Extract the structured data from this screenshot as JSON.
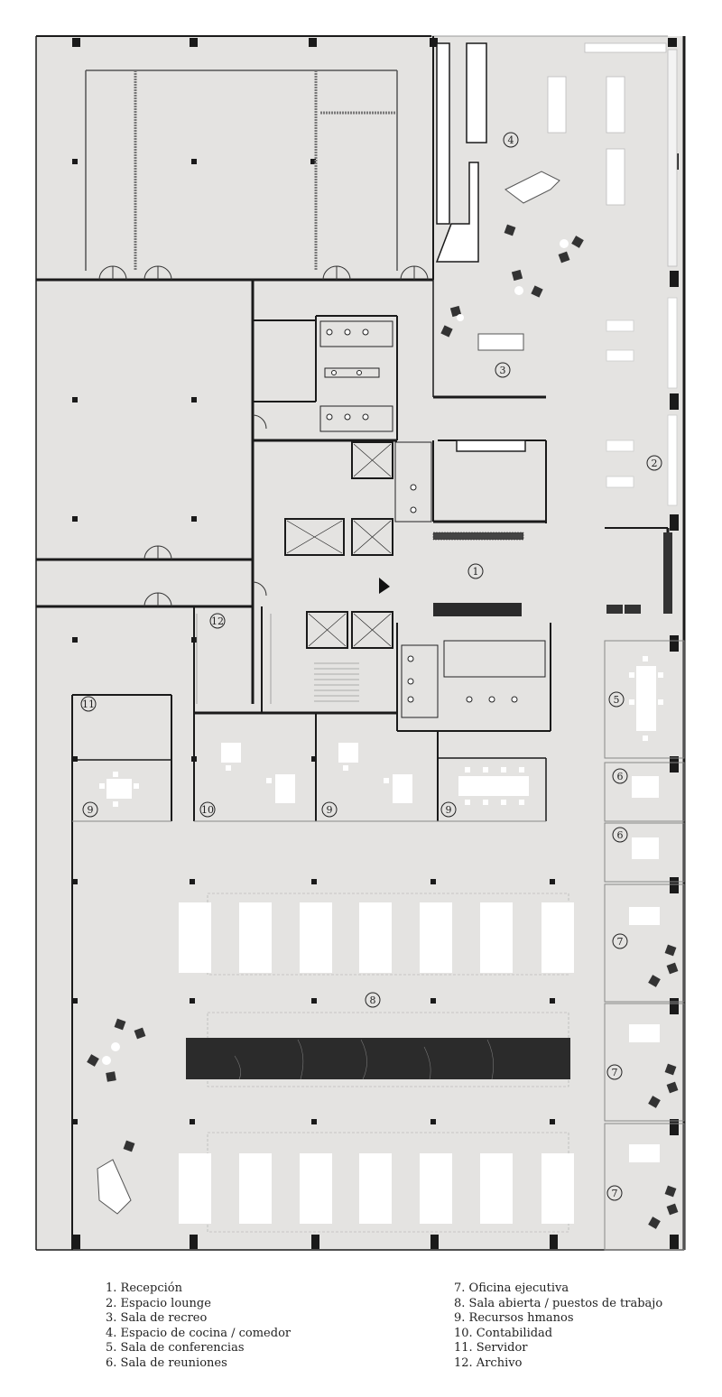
{
  "plan": {
    "colors": {
      "floor": "#e4e3e1",
      "wall": "#1a1a1a",
      "furniture": "#ffffff",
      "dark_furniture": "#2b2b2b"
    },
    "room_markers": [
      "4",
      "3",
      "2",
      "1",
      "12",
      "11",
      "10",
      "9",
      "9",
      "9",
      "5",
      "6",
      "6",
      "7",
      "7",
      "7",
      "8"
    ]
  },
  "legend": {
    "left": [
      "1. Recepción",
      "2. Espacio lounge",
      "3. Sala de recreo",
      "4. Espacio de cocina / comedor",
      "5. Sala de conferencias",
      "6. Sala de reuniones"
    ],
    "right": [
      "7. Oficina ejecutiva",
      "8. Sala abierta / puestos de trabajo",
      "9. Recursos hmanos",
      "10. Contabilidad",
      "11. Servidor",
      "12. Archivo"
    ]
  }
}
